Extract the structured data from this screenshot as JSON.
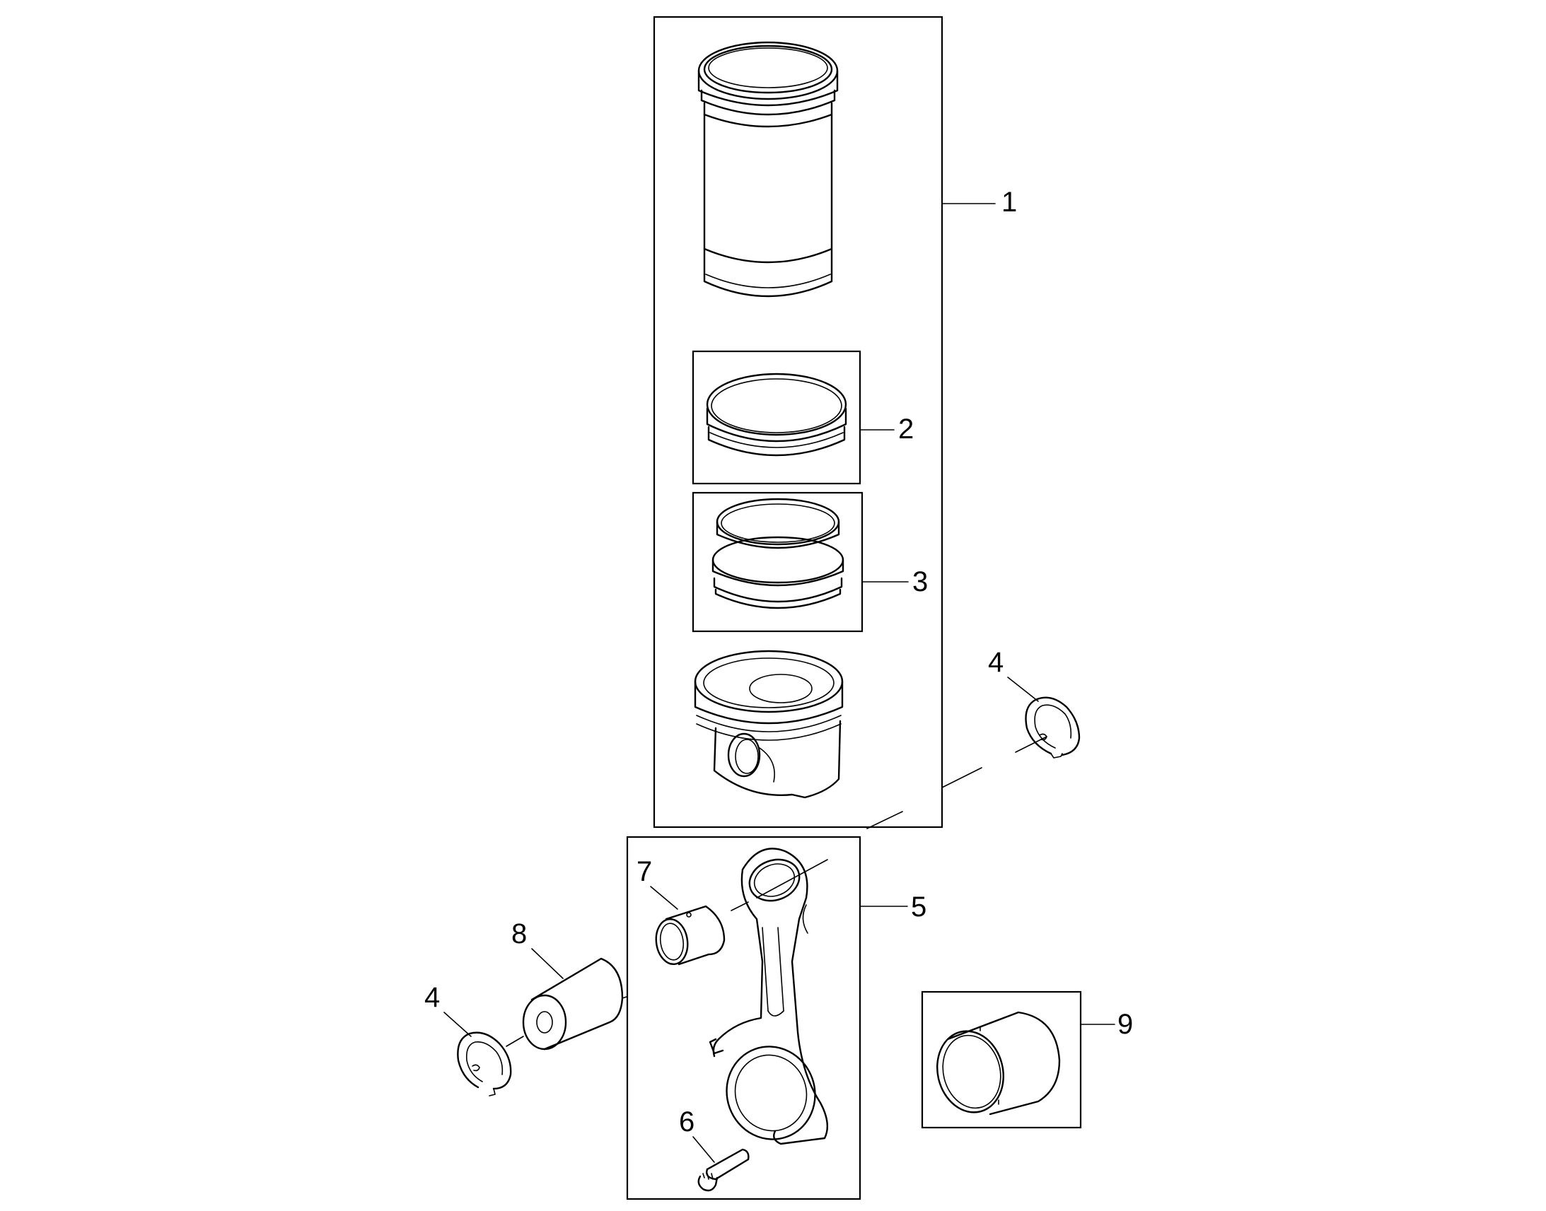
{
  "callouts": {
    "c1": "1",
    "c2": "2",
    "c3": "3",
    "c4a": "4",
    "c4b": "4",
    "c5": "5",
    "c6": "6",
    "c7": "7",
    "c8": "8",
    "c9": "9"
  },
  "parts": [
    {
      "callout": "1",
      "icon": "cylinder-liner-kit"
    },
    {
      "callout": "2",
      "icon": "seal-rings"
    },
    {
      "callout": "3",
      "icon": "piston-rings"
    },
    {
      "callout": "4",
      "icon": "snap-ring"
    },
    {
      "callout": "5",
      "icon": "connecting-rod"
    },
    {
      "callout": "6",
      "icon": "rod-bolt"
    },
    {
      "callout": "7",
      "icon": "small-end-bushing"
    },
    {
      "callout": "8",
      "icon": "piston-pin"
    },
    {
      "callout": "9",
      "icon": "bearing-shells"
    }
  ],
  "colors": {
    "ink": "#000000",
    "background": "#ffffff"
  }
}
